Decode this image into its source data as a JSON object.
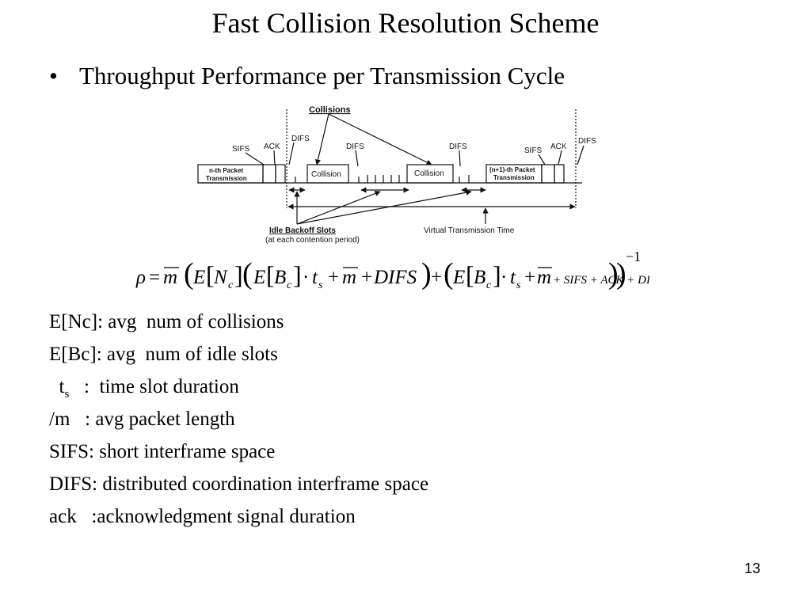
{
  "slide": {
    "title": "Fast Collision Resolution Scheme",
    "bullet": "Throughput Performance per Transmission Cycle",
    "page_number": "13"
  },
  "diagram": {
    "collisions_label": "Collisions",
    "sifs_left": "SIFS",
    "ack_left": "ACK",
    "difs_left": "DIFS",
    "difs_mid1": "DIFS",
    "difs_mid2": "DIFS",
    "sifs_right": "SIFS",
    "ack_right": "ACK",
    "difs_right": "DIFS",
    "nth_packet_line1": "n-th Packet",
    "nth_packet_line2": "Transmission",
    "collision1": "Collision",
    "collision2": "Collision",
    "n1_packet_line1": "(n+1)-th Packet",
    "n1_packet_line2": "Transmission",
    "idle_backoff": "Idle Backoff Slots",
    "idle_backoff_sub": "(at each contention period)",
    "virtual_time": "Virtual Transmission Time"
  },
  "formula": {
    "rho": "ρ",
    "eq": "=",
    "mbar1": "m",
    "E1": "E",
    "Nc": "N",
    "Nc_sub": "c",
    "E2": "E",
    "Bc": "B",
    "Bc_sub": "c",
    "dot1": "·",
    "t1": "t",
    "t1_sub": "s",
    "plus1": "+",
    "mbar2": "m",
    "plus2": "+",
    "difs1": "DIFS",
    "plus3": "+",
    "E3": "E",
    "Bc2": "B",
    "Bc2_sub": "c",
    "dot2": "·",
    "t2": "t",
    "t2_sub": "s",
    "plus4": "+",
    "mbar3": "m",
    "tail": "+ SIFS + ACK + DIFS",
    "exponent": "−1"
  },
  "definitions": [
    {
      "text": "E[Nc]: avg  num of collisions"
    },
    {
      "text": "E[Bc]: avg  num of idle slots"
    },
    {
      "pre": "  t",
      "sub": "s",
      "post": "   :  time slot duration"
    },
    {
      "text": "/m   : avg packet length"
    },
    {
      "text": "SIFS: short interframe space"
    },
    {
      "text": "DIFS: distributed coordination interframe space"
    },
    {
      "text": "ack   :acknowledgment signal duration"
    }
  ]
}
